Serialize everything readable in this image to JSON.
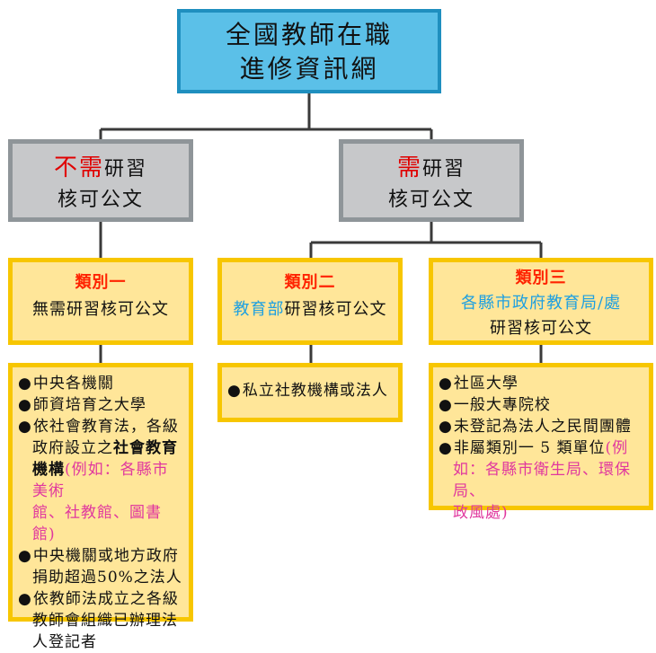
{
  "root": {
    "line1": "全國教師在職",
    "line2": "進修資訊網"
  },
  "branch_left": {
    "emph": "不需",
    "rest": "研習",
    "line2": "核可公文"
  },
  "branch_right": {
    "emph": "需",
    "rest": "研習",
    "line2": "核可公文"
  },
  "cat1": {
    "title": "類別一",
    "desc": "無需研習核可公文"
  },
  "cat2": {
    "title": "類別二",
    "desc_blue": "教育部",
    "desc_rest": "研習核可公文"
  },
  "cat3": {
    "title": "類別三",
    "line1": "各縣市政府教育局/處",
    "line2": "研習核可公文"
  },
  "list1": {
    "i1": "中央各機關",
    "i2": "師資培育之大學",
    "i3a": "依社會教育法，各級",
    "i3b": "政府設立之",
    "i3c": "社會教育",
    "i3d": "機構",
    "i3e": "(例如：各縣市美術",
    "i3f": "館、社教館、圖書館)",
    "i4a": "中央機關或地方政府",
    "i4b": "捐助超過50%之法人",
    "i5a": "依教師法成立之各級",
    "i5b": "教師會組織已辦理法",
    "i5c": "人登記者"
  },
  "list2": {
    "i1": "私立社教機構或法人"
  },
  "list3": {
    "i1": "社區大學",
    "i2": "一般大專院校",
    "i3": "未登記為法人之民間團體",
    "i4a": "非屬類別一 5 類單位",
    "i4b": "(例",
    "i4c": "如：各縣市衛生局、環保局、",
    "i4d": "政風處)"
  },
  "colors": {
    "root_fill": "#5bc0e8",
    "branch_fill": "#c7c8ca",
    "category_fill": "#ffe699",
    "category_border": "#f7c600",
    "emphasis_red": "#e00000",
    "highlight_blue": "#1fa0e0",
    "example_pink": "#e0389e"
  }
}
